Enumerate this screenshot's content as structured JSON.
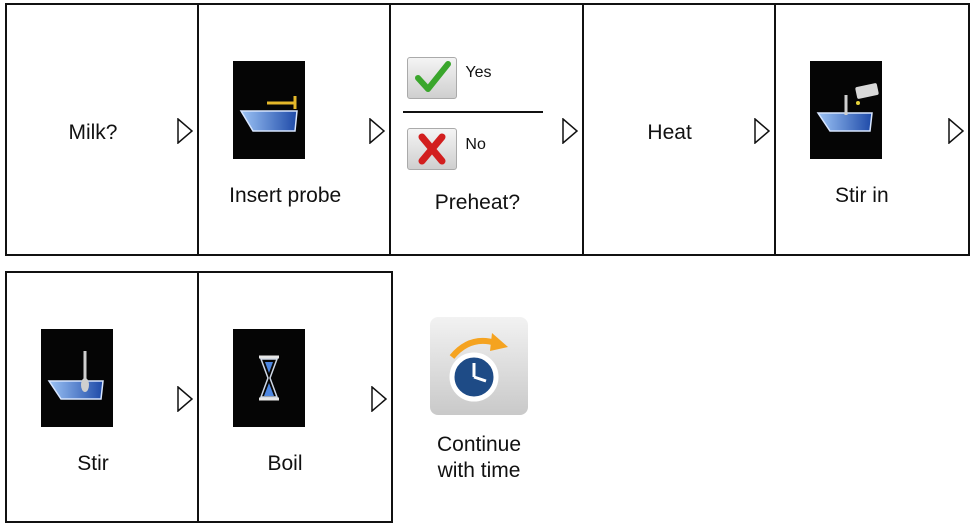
{
  "steps_row1": [
    {
      "label": "Milk?"
    },
    {
      "label": "Insert probe"
    },
    {
      "label": "Preheat?",
      "options": {
        "yes": "Yes",
        "no": "No"
      }
    },
    {
      "label": "Heat"
    },
    {
      "label": "Stir in"
    }
  ],
  "steps_row2": [
    {
      "label": "Stir"
    },
    {
      "label": "Boil"
    }
  ],
  "continue": {
    "label_line1": "Continue",
    "label_line2": "with time"
  },
  "icons": {
    "probe": "probe-icon",
    "yes": "checkmark-icon",
    "no": "cross-icon",
    "stir_in": "pour-icon",
    "stir": "spoon-icon",
    "boil": "hourglass-icon",
    "continue": "clock-arrow-icon"
  },
  "colors": {
    "tile_bg": "#050505",
    "water": "#2c66c9",
    "yes_green": "#3aa62c",
    "no_red": "#d21e1e",
    "accent_orange": "#f5a320",
    "clock_blue": "#1e4b86"
  }
}
